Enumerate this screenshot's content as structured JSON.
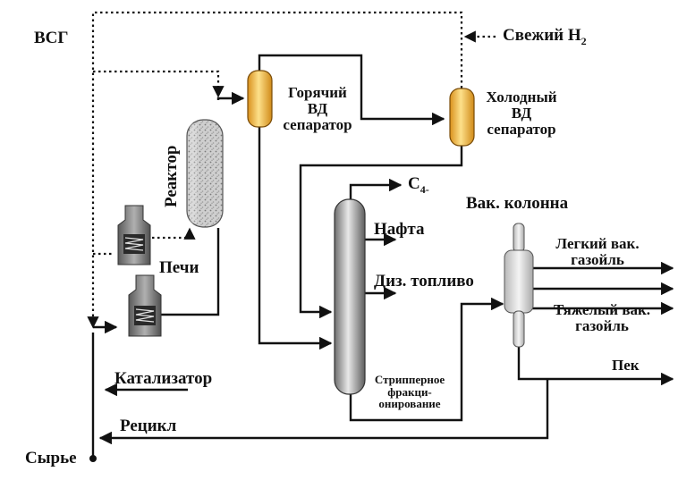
{
  "labels": {
    "vsg": "ВСГ",
    "fresh_h2_prefix": "Свежий Н",
    "fresh_h2_sub": "2",
    "hot_separator": [
      "Горячий",
      "ВД",
      "сепаратор"
    ],
    "cold_separator": [
      "Холодный",
      "ВД",
      "сепаратор"
    ],
    "reactor": "Реактор",
    "furnaces": "Печи",
    "c4_prefix": "С",
    "c4_sub": "4-",
    "naphtha": "Нафта",
    "diesel": "Диз. топливо",
    "vacuum_column": "Вак. колонна",
    "light_gas_oil": [
      "Легкий вак.",
      "газойль"
    ],
    "heavy_gas_oil": [
      "Тяжелый вак.",
      "газойль"
    ],
    "pitch": "Пек",
    "stripper": [
      "Стрипперное",
      "фракци-",
      "онирование"
    ],
    "catalyst": "Катализатор",
    "recycle": "Рецикл",
    "feed": "Сырье"
  },
  "colors": {
    "line": "#111111",
    "separator_fill": "#f2b23a",
    "separator_light": "#fde08a",
    "column_fill": "#9a9a9a",
    "column_light": "#e6e6e6",
    "reactor_fill": "#c9c9c9",
    "furnace_fill": "#8a8a8a"
  }
}
